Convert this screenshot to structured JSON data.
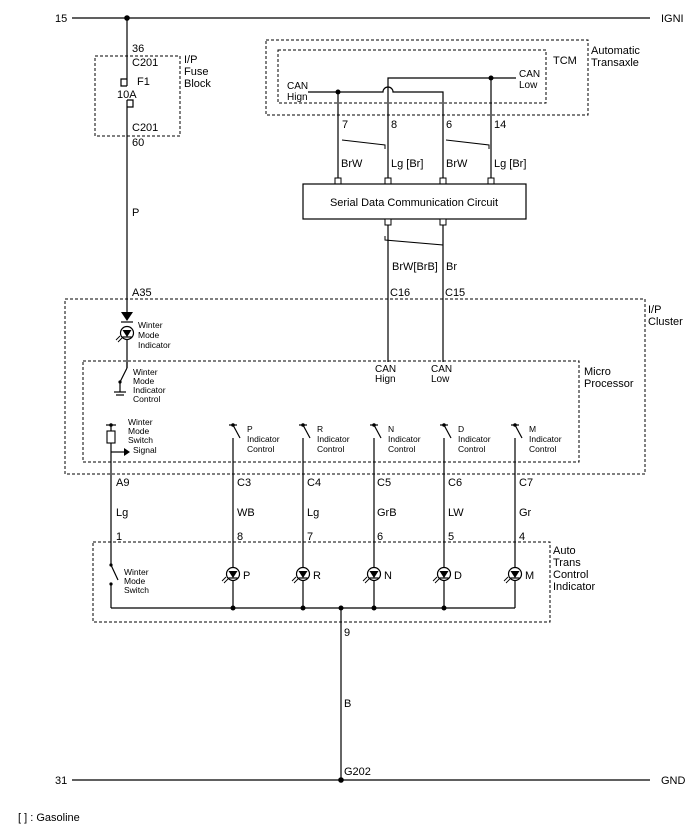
{
  "rails": {
    "top_left": "15",
    "top_right": "IGNI",
    "bottom_left": "31",
    "bottom_right": "GND"
  },
  "fuse_block": {
    "pin_top": "36",
    "conn_top": "C201",
    "fuse": "F1",
    "rating": "10A",
    "conn_bottom": "C201",
    "pin_bottom": "60",
    "title_line1": "I/P",
    "title_line2": "Fuse",
    "title_line3": "Block"
  },
  "wire_p": "P",
  "tcm": {
    "label": "TCM",
    "module_line1": "Automatic",
    "module_line2": "Transaxle",
    "can_high_1": "CAN",
    "can_high_2": "Hign",
    "can_low_1": "CAN",
    "can_low_2": "Low",
    "pins": [
      "7",
      "8",
      "6",
      "14"
    ],
    "wire_colors": [
      "BrW",
      "Lg [Br]",
      "BrW",
      "Lg [Br]"
    ]
  },
  "serial": {
    "label": "Serial Data Communication Circuit",
    "wire_left": "BrW[BrB]",
    "wire_right": "Br",
    "conn_left": "C16",
    "conn_right": "C15"
  },
  "cluster": {
    "title_line1": "I/P",
    "title_line2": "Cluster",
    "connector": "A35",
    "winter_indicator": [
      "Winter",
      "Mode",
      "Indicator"
    ],
    "micro_line1": "Micro",
    "micro_line2": "Processor",
    "winter_control": [
      "Winter",
      "Mode",
      "Indicator",
      "Control"
    ],
    "winter_switch_signal": [
      "Winter",
      "Mode",
      "Switch",
      "Signal"
    ],
    "can_high_1": "CAN",
    "can_high_2": "Hign",
    "can_low_1": "CAN",
    "can_low_2": "Low",
    "controls": [
      {
        "letter": "P",
        "line2": "Indicator",
        "line3": "Control"
      },
      {
        "letter": "R",
        "line2": "Indicator",
        "line3": "Control"
      },
      {
        "letter": "N",
        "line2": "Indicator",
        "line3": "Control"
      },
      {
        "letter": "D",
        "line2": "Indicator",
        "line3": "Control"
      },
      {
        "letter": "M",
        "line2": "Indicator",
        "line3": "Control"
      }
    ]
  },
  "lower": {
    "connectors": [
      "A9",
      "C3",
      "C4",
      "C5",
      "C6",
      "C7"
    ],
    "wire_colors": [
      "Lg",
      "WB",
      "Lg",
      "GrB",
      "LW",
      "Gr"
    ],
    "pins": [
      "1",
      "8",
      "7",
      "6",
      "5",
      "4"
    ]
  },
  "indicator": {
    "title_line1": "Auto",
    "title_line2": "Trans",
    "title_line3": "Control",
    "title_line4": "Indicator",
    "winter_switch": [
      "Winter",
      "Mode",
      "Switch"
    ],
    "lamps": [
      "P",
      "R",
      "N",
      "D",
      "M"
    ],
    "ground_pin": "9",
    "ground_wire": "B",
    "ground_point": "G202"
  },
  "legend": "[ ] : Gasoline"
}
